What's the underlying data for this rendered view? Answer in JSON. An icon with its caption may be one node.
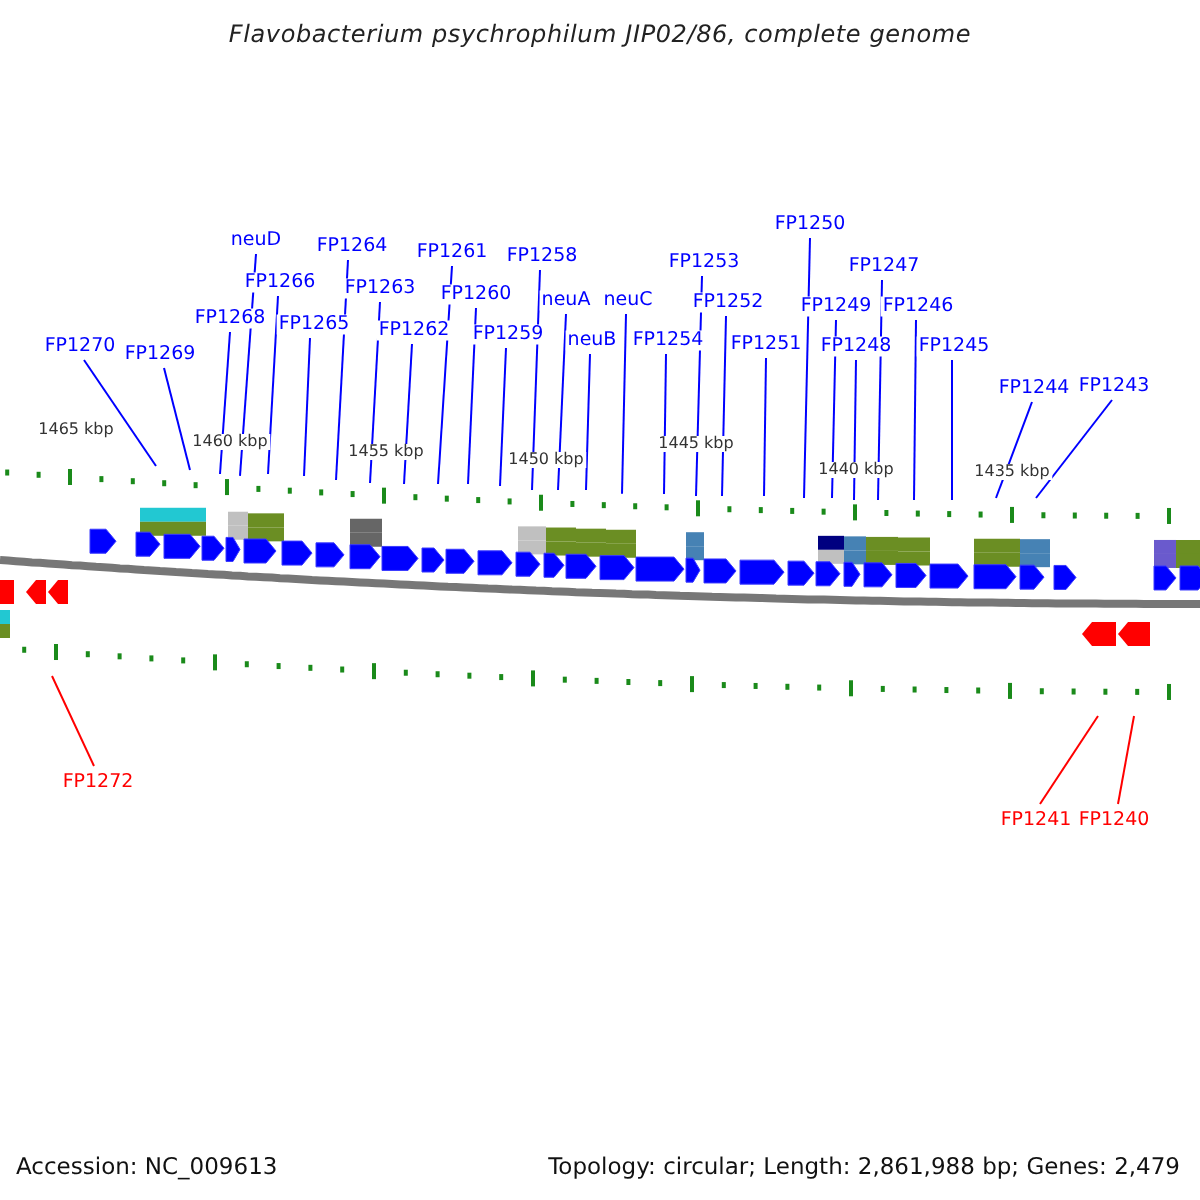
{
  "diagram": {
    "title": "Flavobacterium psychrophilum JIP02/86, complete genome",
    "nodes": [
      {
        "text": [
          "FP1270"
        ]
      },
      {
        "text": [
          "FP1269"
        ]
      },
      {
        "text": [
          "FP1268"
        ]
      },
      {
        "text": [
          "neuD"
        ]
      },
      {
        "text": [
          "FP1266"
        ]
      },
      {
        "text": [
          "FP1265"
        ]
      },
      {
        "text": [
          "FP1264"
        ]
      },
      {
        "text": [
          "FP1263"
        ]
      },
      {
        "text": [
          "FP1262"
        ]
      },
      {
        "text": [
          "FP1261"
        ]
      },
      {
        "text": [
          "FP1260"
        ]
      },
      {
        "text": [
          "FP1259"
        ]
      },
      {
        "text": [
          "FP1258"
        ]
      },
      {
        "text": [
          "neuA"
        ]
      },
      {
        "text": [
          "neuB"
        ]
      },
      {
        "text": [
          "neuC"
        ]
      },
      {
        "text": [
          "FP1254"
        ]
      },
      {
        "text": [
          "FP1253"
        ]
      },
      {
        "text": [
          "FP1252"
        ]
      },
      {
        "text": [
          "FP1251"
        ]
      },
      {
        "text": [
          "FP1250"
        ]
      },
      {
        "text": [
          "FP1249"
        ]
      },
      {
        "text": [
          "FP1248"
        ]
      },
      {
        "text": [
          "FP1247"
        ]
      },
      {
        "text": [
          "FP1246"
        ]
      },
      {
        "text": [
          "FP1245"
        ]
      },
      {
        "text": [
          "FP1244"
        ]
      },
      {
        "text": [
          "FP1243"
        ]
      },
      {
        "text": [
          "FP1272"
        ]
      },
      {
        "text": [
          "FP1241"
        ]
      },
      {
        "text": [
          "FP1240"
        ]
      }
    ],
    "edges": [
      {
        "from": 0,
        "to": null,
        "arrow": "none"
      },
      {
        "from": 1,
        "to": null,
        "arrow": "none"
      },
      {
        "from": 2,
        "to": null,
        "arrow": "none"
      },
      {
        "from": 3,
        "to": null,
        "arrow": "none"
      },
      {
        "from": 4,
        "to": null,
        "arrow": "none"
      },
      {
        "from": 5,
        "to": null,
        "arrow": "none"
      },
      {
        "from": 6,
        "to": null,
        "arrow": "none"
      },
      {
        "from": 7,
        "to": null,
        "arrow": "none"
      },
      {
        "from": 8,
        "to": null,
        "arrow": "none"
      },
      {
        "from": 9,
        "to": null,
        "arrow": "none"
      },
      {
        "from": 10,
        "to": null,
        "arrow": "none"
      },
      {
        "from": 11,
        "to": null,
        "arrow": "none"
      },
      {
        "from": 12,
        "to": null,
        "arrow": "none"
      },
      {
        "from": 13,
        "to": null,
        "arrow": "none"
      },
      {
        "from": 14,
        "to": null,
        "arrow": "none"
      },
      {
        "from": 15,
        "to": null,
        "arrow": "none"
      },
      {
        "from": 16,
        "to": null,
        "arrow": "none"
      },
      {
        "from": 17,
        "to": null,
        "arrow": "none"
      },
      {
        "from": 18,
        "to": null,
        "arrow": "none"
      },
      {
        "from": 19,
        "to": null,
        "arrow": "none"
      },
      {
        "from": 20,
        "to": null,
        "arrow": "none"
      },
      {
        "from": 21,
        "to": null,
        "arrow": "none"
      },
      {
        "from": 22,
        "to": null,
        "arrow": "none"
      },
      {
        "from": 23,
        "to": null,
        "arrow": "none"
      },
      {
        "from": 24,
        "to": null,
        "arrow": "none"
      },
      {
        "from": 25,
        "to": null,
        "arrow": "none"
      },
      {
        "from": 26,
        "to": null,
        "arrow": "none"
      },
      {
        "from": 27,
        "to": null,
        "arrow": "none"
      },
      {
        "from": 28,
        "to": null,
        "arrow": "none",
        "color": "#ff0000"
      },
      {
        "from": 29,
        "to": null,
        "arrow": "none",
        "color": "#ff0000"
      },
      {
        "from": 30,
        "to": null,
        "arrow": "none",
        "color": "#ff0000"
      }
    ],
    "labels": [
      "1465 kbp",
      "1460 kbp",
      "1455 kbp",
      "1450 kbp",
      "1445 kbp",
      "1440 kbp",
      "1435 kbp",
      "Accession: NC_009613",
      "Topology: circular; Length: 2,861,988 bp; Genes: 2,479"
    ]
  }
}
